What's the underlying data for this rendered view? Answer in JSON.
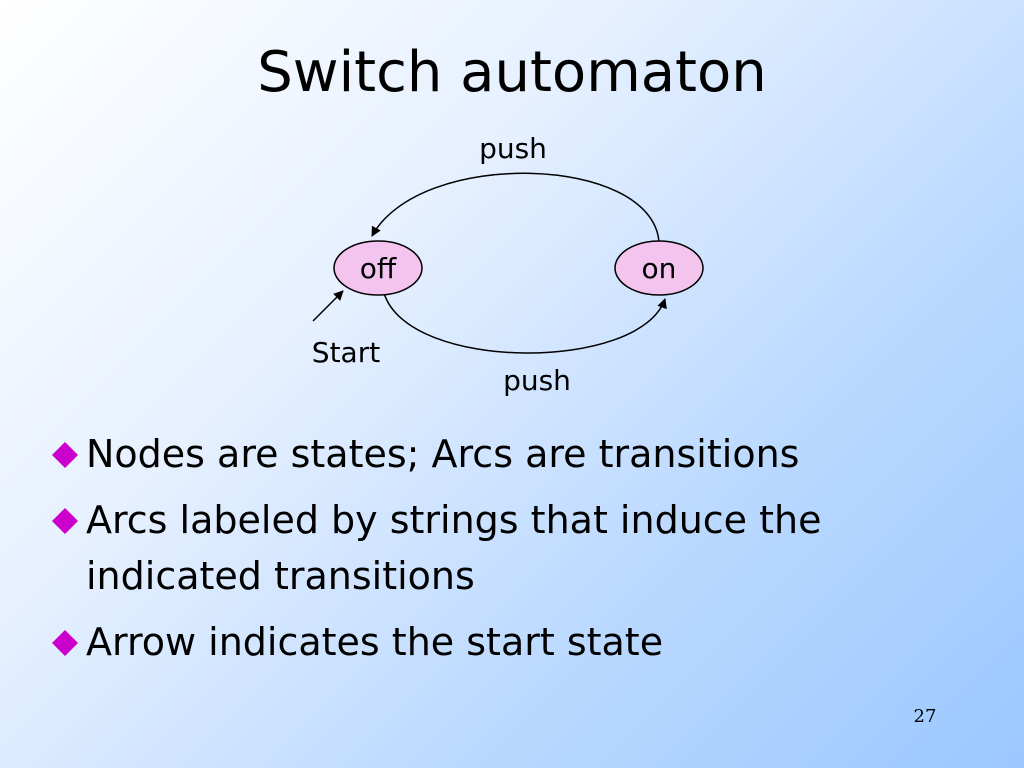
{
  "title": "Switch automaton",
  "diagram": {
    "states": [
      {
        "name": "off",
        "is_start": true
      },
      {
        "name": "on",
        "is_start": false
      }
    ],
    "transitions": [
      {
        "from": "on",
        "to": "off",
        "label": "push"
      },
      {
        "from": "off",
        "to": "on",
        "label": "push"
      }
    ],
    "start_label": "Start",
    "state_fill_color": "#f2c4ee"
  },
  "bullets": [
    "Nodes are states; Arcs are transitions",
    "Arcs labeled by strings that induce the indicated transitions",
    "Arrow indicates the start state"
  ],
  "bullet_color": "#cc00cc",
  "page_number": "27"
}
